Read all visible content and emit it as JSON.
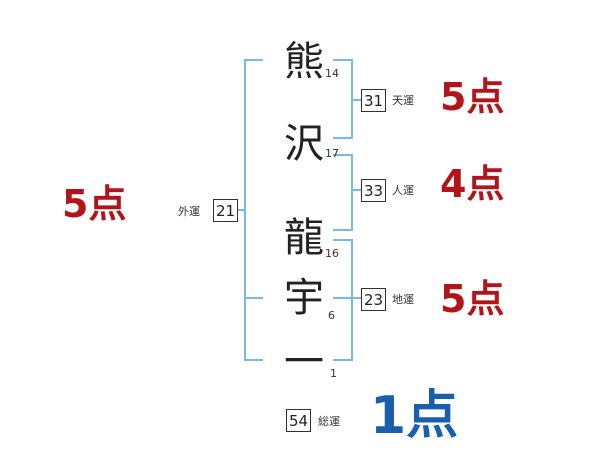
{
  "name_chars": [
    "熊",
    "沢",
    "龍",
    "宇",
    "一"
  ],
  "stroke_counts": [
    "14",
    "17",
    "16",
    "6",
    "1"
  ],
  "fortunes": {
    "ten": {
      "value": "31",
      "label": "天運",
      "score": "5点"
    },
    "jin": {
      "value": "33",
      "label": "人運",
      "score": "4点"
    },
    "chi": {
      "value": "23",
      "label": "地運",
      "score": "5点"
    },
    "gai": {
      "value": "21",
      "label": "外運",
      "score": "5点"
    },
    "sou": {
      "value": "54",
      "label": "総運",
      "score": "1点"
    }
  },
  "colors": {
    "score_red": "#b3141a",
    "score_blue": "#1a5fae",
    "bracket": "#7ab8e6"
  }
}
